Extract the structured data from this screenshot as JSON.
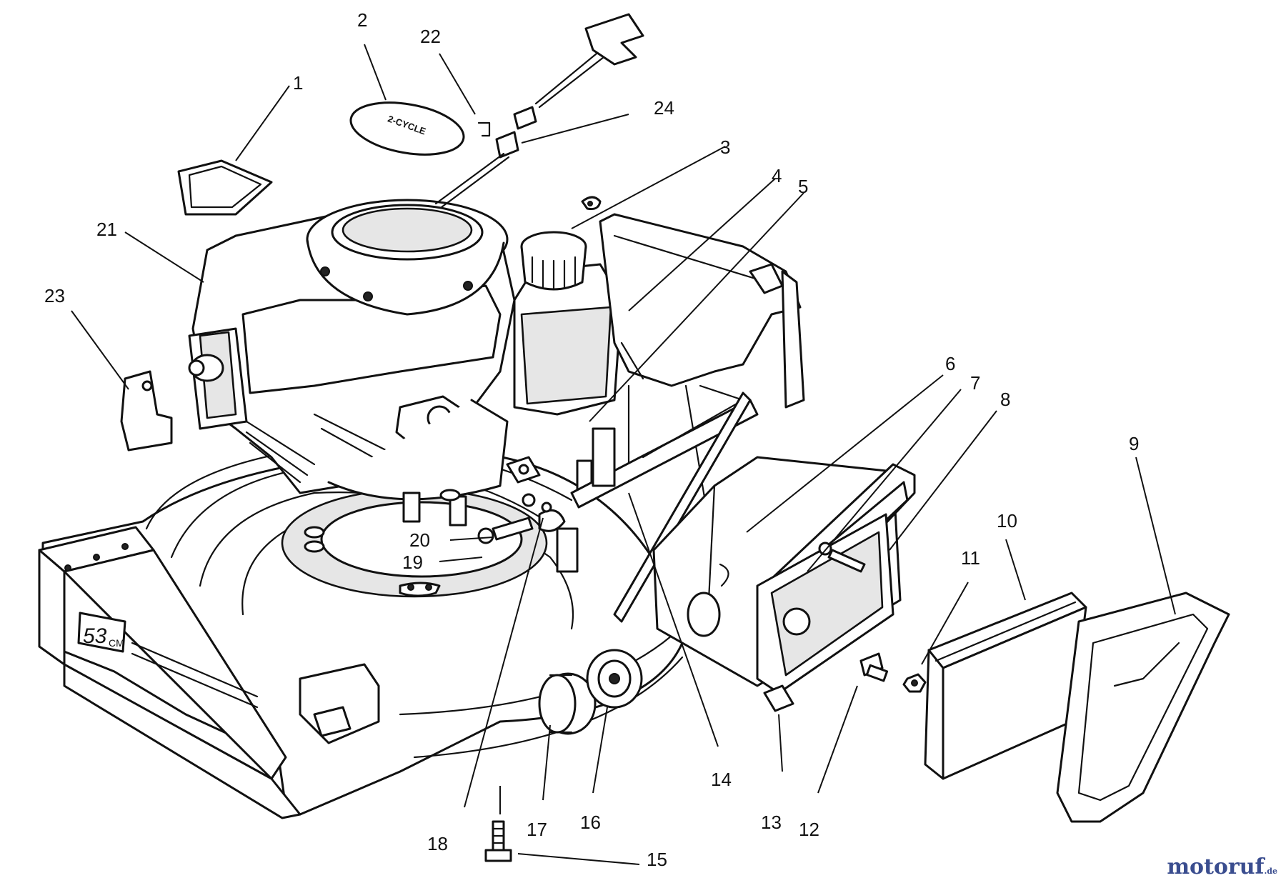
{
  "diagram": {
    "deck_label": "53",
    "deck_unit": "CM",
    "cover_text": "2-CYCLE",
    "callouts": [
      "1",
      "2",
      "3",
      "4",
      "5",
      "6",
      "7",
      "8",
      "9",
      "10",
      "11",
      "12",
      "13",
      "14",
      "15",
      "16",
      "17",
      "18",
      "19",
      "20",
      "21",
      "22",
      "23",
      "24"
    ]
  },
  "watermark": {
    "brand": "motoruf",
    "suffix": ".de",
    "color": "#3a4d8f"
  }
}
